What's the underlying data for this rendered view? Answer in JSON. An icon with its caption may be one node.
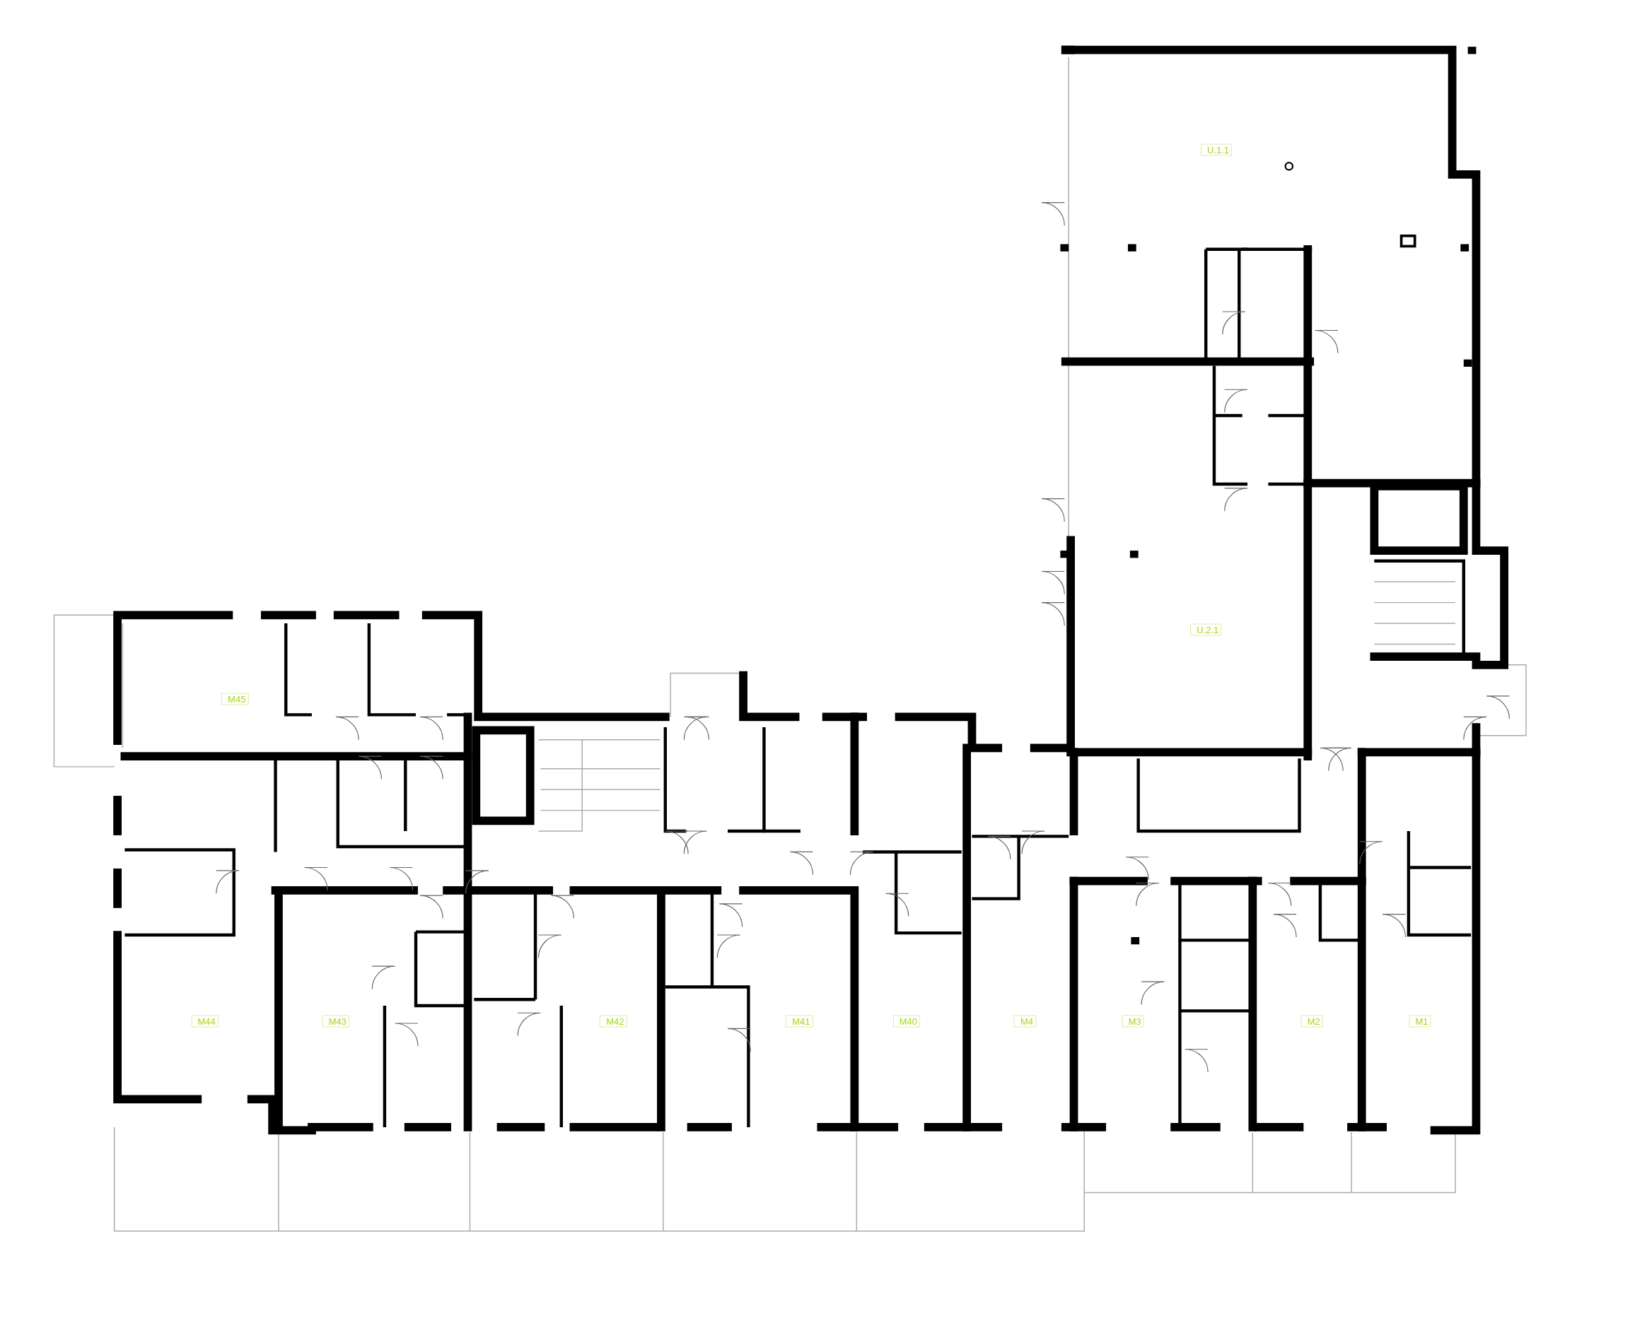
{
  "diagram": {
    "labels": [
      "U.1.1",
      "U.2.1",
      "M45",
      "M44",
      "M43",
      "M42",
      "M41",
      "M40",
      "M4",
      "M3",
      "M2",
      "M1"
    ]
  }
}
